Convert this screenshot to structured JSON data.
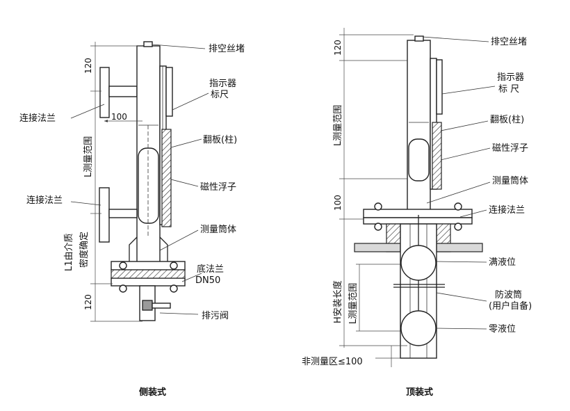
{
  "side_view": {
    "title": "侧装式",
    "labels": {
      "vent_plug": "排空丝堵",
      "indicator": "指示器",
      "scale": "标尺",
      "flap": "翻板(柱)",
      "float": "磁性浮子",
      "tube": "测量筒体",
      "flange_top": "连接法兰",
      "flange_mid": "连接法兰",
      "bottom_flange": "底法兰",
      "dn": "DN50",
      "drain_valve": "排污阀"
    },
    "dims": {
      "top": "120",
      "offset": "100",
      "range": "L测量范围",
      "l1_a": "L1由介质",
      "l1_b": "密度确定",
      "bottom": "120"
    }
  },
  "top_view": {
    "title": "顶装式",
    "labels": {
      "vent_plug": "排空丝堵",
      "indicator": "指示器",
      "scale": "标  尺",
      "flap": "翻板(柱)",
      "float": "磁性浮子",
      "tube": "测量筒体",
      "flange": "连接法兰",
      "full_level": "满液位",
      "wave_tube": "防波筒",
      "user_prep": "(用户自备)",
      "zero_level": "零液位",
      "non_measure": "非测量区≤100"
    },
    "dims": {
      "top": "120",
      "range": "L测量范围",
      "mid": "100",
      "install": "H安装长度",
      "range2": "L测量范围"
    }
  }
}
